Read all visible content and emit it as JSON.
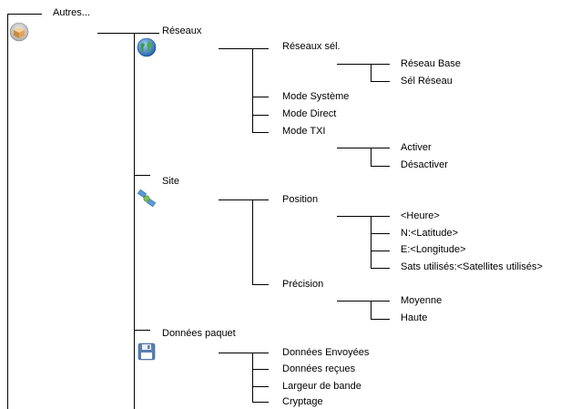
{
  "root": {
    "label": "Autres...",
    "icon": "box-icon"
  },
  "reseaux": {
    "label": "Réseaux",
    "icon": "globe-icon",
    "reseaux_sel": {
      "label": "Réseaux sél.",
      "children": [
        "Réseau Base",
        "Sél Réseau"
      ]
    },
    "mode_systeme": "Mode Système",
    "mode_direct": "Mode Direct",
    "mode_txi": {
      "label": "Mode TXI",
      "children": [
        "Activer",
        "Désactiver"
      ]
    }
  },
  "site": {
    "label": "Site",
    "icon": "satellite-icon",
    "position": {
      "label": "Position",
      "children": [
        "<Heure>",
        "N:<Latitude>",
        "E:<Longitude>",
        "Sats utilisés:<Satellites utilisés>"
      ]
    },
    "precision": {
      "label": "Précision",
      "children": [
        "Moyenne",
        "Haute"
      ]
    }
  },
  "donnees_paquet": {
    "label": "Données paquet",
    "icon": "floppy-disk-icon",
    "children": [
      "Données Envoyées",
      "Données reçues",
      "Largeur de bande",
      "Cryptage"
    ]
  }
}
